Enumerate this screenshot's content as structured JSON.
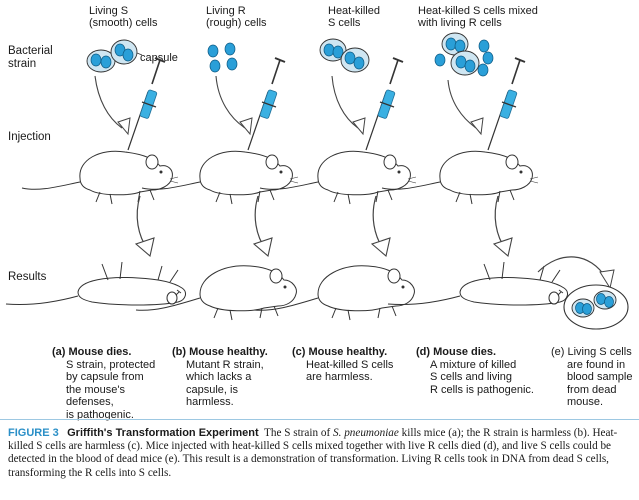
{
  "columns": [
    {
      "header": "Living S\n(smooth) cells"
    },
    {
      "header": "Living R\n(rough) cells"
    },
    {
      "header": "Heat-killed\nS cells"
    },
    {
      "header": "Heat-killed S cells mixed\nwith living R cells"
    }
  ],
  "capsule_label": "capsule",
  "rows": {
    "bacterial": "Bacterial\nstrain",
    "injection": "Injection",
    "results": "Results"
  },
  "results": [
    {
      "heading": "(a) Mouse dies.",
      "body": "S strain, protected\nby capsule from\nthe mouse's\ndefenses,\nis pathogenic."
    },
    {
      "heading": "(b) Mouse healthy.",
      "body": "Mutant R strain,\nwhich lacks a\ncapsule, is\nharmless."
    },
    {
      "heading": "(c) Mouse healthy.",
      "body": "Heat-killed S cells\nare harmless."
    },
    {
      "heading": "(d) Mouse dies.",
      "body": "A mixture of killed\nS cells and living\nR cells is pathogenic."
    },
    {
      "heading": "(e) Living S cells",
      "body": "are found in\nblood sample\nfrom dead\nmouse."
    }
  ],
  "caption": {
    "figure": "FIGURE 3",
    "title": "Griffith's Transformation Experiment",
    "part1": "The S strain of ",
    "species": "S. pneumoniae",
    "part2": " kills mice (a); the R strain is harmless (b). Heat-killed S cells are harmless (c). Mice injected with heat-killed S cells mixed together with live R cells died (d), and live S cells could be detected in the blood of dead mice (e). This result is a demonstration of transformation. Living R cells took in DNA from dead S cells, transforming the R cells into S cells."
  },
  "colors": {
    "cell": "#2a9fd8",
    "capsule_fill": "#cfe6f2",
    "syringe": "#3ab0e2",
    "caption_accent": "#2a8fc7"
  }
}
